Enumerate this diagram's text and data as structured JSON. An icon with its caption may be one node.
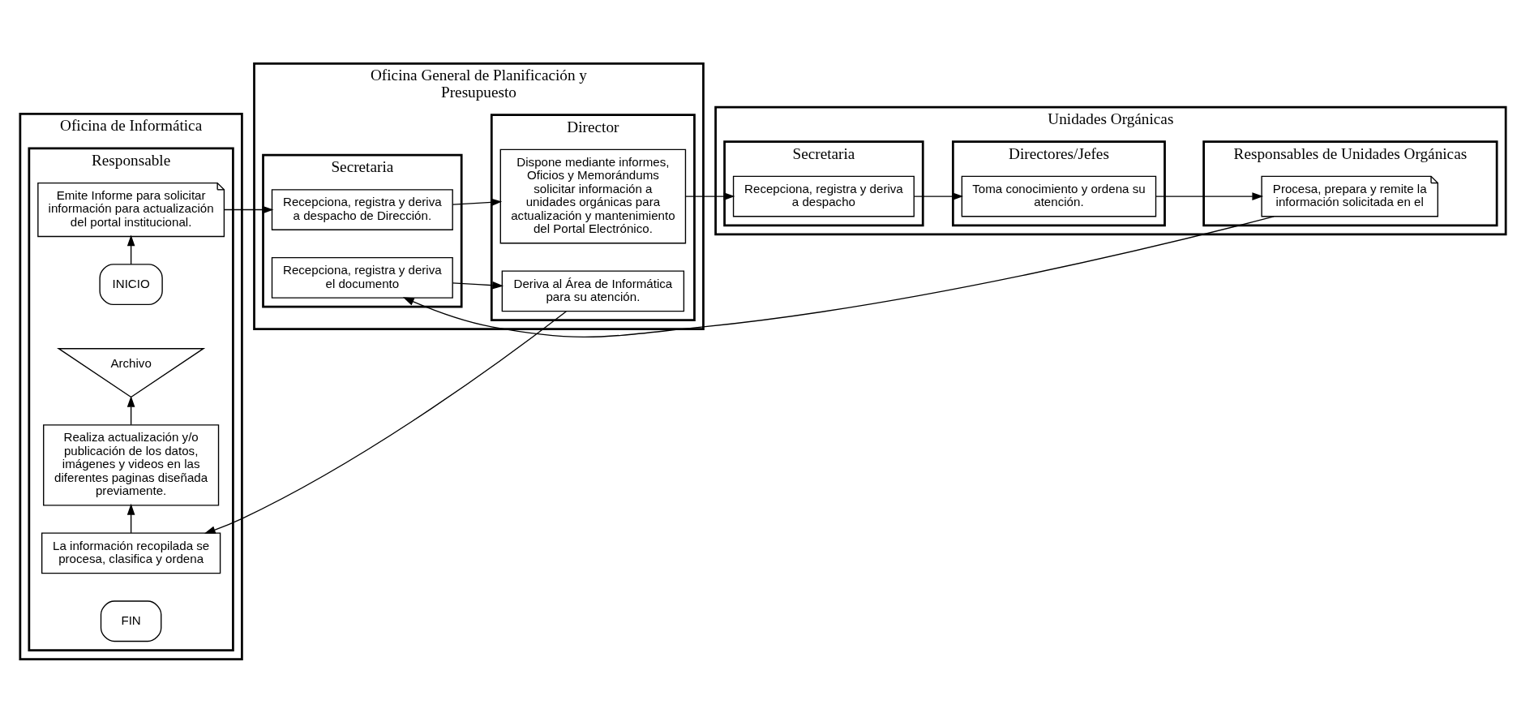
{
  "diagram": {
    "nodes": [
      {
        "text": [
          "Oficina de Informática"
        ]
      },
      {
        "text": [
          "Responsable"
        ],
        "in": 0
      },
      {
        "text": [
          "Oficina General de Planificación y Presupuesto"
        ]
      },
      {
        "text": [
          "Secretaria"
        ],
        "in": 2
      },
      {
        "text": [
          "Director"
        ],
        "in": 2
      },
      {
        "text": [
          "Unidades Orgánicas"
        ]
      },
      {
        "text": [
          "Secretaria"
        ],
        "in": 5
      },
      {
        "text": [
          "Directores/Jefes"
        ],
        "in": 5
      },
      {
        "text": [
          "Responsables de Unidades Orgánicas"
        ],
        "in": 5
      },
      {
        "text": [
          "INICIO"
        ],
        "in": 1
      },
      {
        "text": [
          "Emite Informe para solicitar información para actualización del portal institucional."
        ],
        "in": 1
      },
      {
        "text": [
          "Recepciona, registra y deriva a despacho de Dirección."
        ],
        "in": 3
      },
      {
        "text": [
          "Dispone mediante informes, Oficios y Memorándums solicitar información a unidades orgánicas para actualización y mantenimiento del Portal Electrónico."
        ],
        "in": 4
      },
      {
        "text": [
          "Recepciona, registra y deriva a despacho"
        ],
        "in": 6
      },
      {
        "text": [
          "Toma conocimiento y ordena su atención."
        ],
        "in": 7
      },
      {
        "text": [
          "Procesa, prepara y remite la información solicitada en el"
        ],
        "in": 8
      },
      {
        "text": [
          "Recepciona, registra y deriva el documento"
        ],
        "in": 3
      },
      {
        "text": [
          "Deriva al Área de Informática para su atención."
        ],
        "in": 4
      },
      {
        "text": [
          "La información recopilada se procesa, clasifica y ordena"
        ],
        "in": 1
      },
      {
        "text": [
          "Realiza actualización y/o publicación de los datos, imágenes y videos en las diferentes paginas diseñada previamente."
        ],
        "in": 1
      },
      {
        "text": [
          "Archivo"
        ],
        "in": 1
      },
      {
        "text": [
          "FIN"
        ],
        "in": 1
      }
    ],
    "edges": [
      {
        "from": 9,
        "to": 10,
        "arrow": "to"
      },
      {
        "from": 10,
        "to": 11,
        "arrow": "to"
      },
      {
        "from": 11,
        "to": 12,
        "arrow": "to"
      },
      {
        "from": 12,
        "to": 13,
        "arrow": "to"
      },
      {
        "from": 13,
        "to": 14,
        "arrow": "to"
      },
      {
        "from": 14,
        "to": 15,
        "arrow": "to"
      },
      {
        "from": 15,
        "to": 16,
        "arrow": "to"
      },
      {
        "from": 16,
        "to": 17,
        "arrow": "to"
      },
      {
        "from": 17,
        "to": 18,
        "arrow": "to"
      },
      {
        "from": 18,
        "to": 19,
        "arrow": "to"
      },
      {
        "from": 19,
        "to": 20,
        "arrow": "to"
      }
    ]
  }
}
